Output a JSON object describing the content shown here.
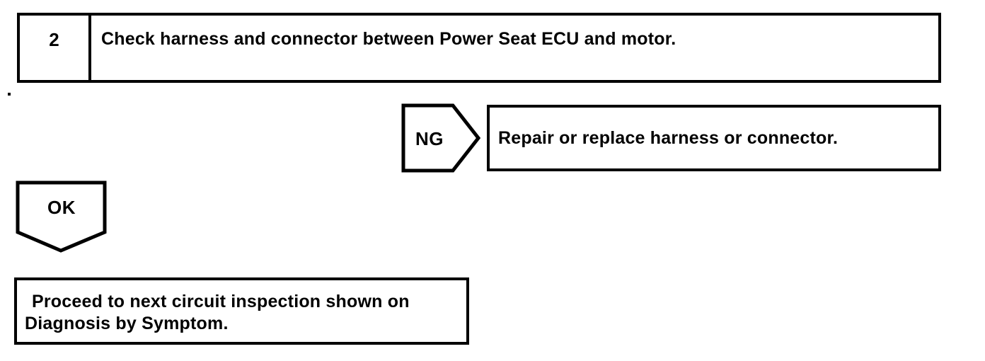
{
  "document": {
    "kind": "diagnostic-flowchart",
    "paper_color": "#ffffff",
    "ink_color": "#000000"
  },
  "flowchart": {
    "step_box": {
      "number": "2",
      "instruction": "Check harness and connector between Power Seat ECU and motor."
    },
    "ng_branch": {
      "connector_label": "NG",
      "action": "Repair or replace harness or connector."
    },
    "ok_branch": {
      "connector_label": "OK"
    },
    "proceed_box": {
      "line1": "Proceed to next circuit inspection shown on",
      "line2": "Diagnosis by Symptom."
    }
  }
}
